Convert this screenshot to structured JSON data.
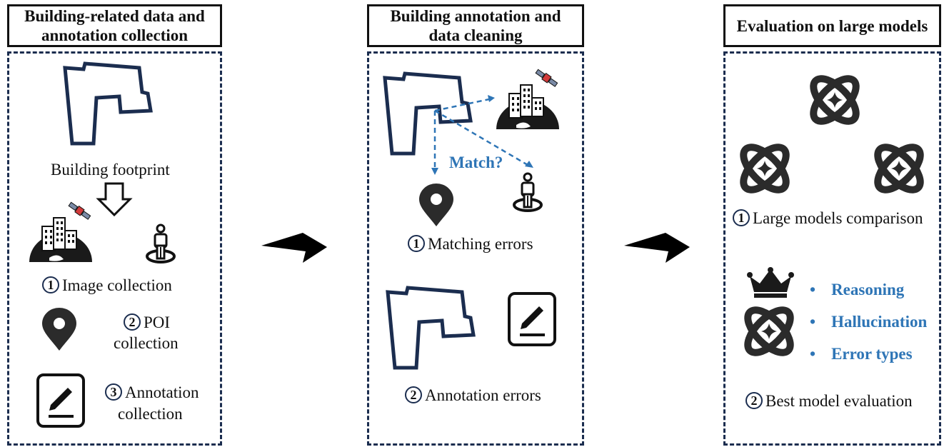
{
  "panels": [
    {
      "title": "Building-related data and annotation collection",
      "items": {
        "footprint_label": "Building footprint",
        "image_num": "1",
        "image_label": "Image collection",
        "poi_num": "2",
        "poi_label_1": "POI",
        "poi_label_2": "collection",
        "annot_num": "3",
        "annot_label_1": "Annotation",
        "annot_label_2": "collection"
      }
    },
    {
      "title": "Building annotation and data cleaning",
      "items": {
        "match_label": "Match?",
        "matching_num": "1",
        "matching_label": "Matching errors",
        "annot_num": "2",
        "annot_label": "Annotation errors"
      }
    },
    {
      "title": "Evaluation on large models",
      "items": {
        "compare_num": "1",
        "compare_label": "Large models comparison",
        "bullets": [
          "Reasoning",
          "Hallucination",
          "Error types"
        ],
        "best_num": "2",
        "best_label": "Best model evaluation"
      }
    }
  ],
  "colors": {
    "dark_navy": "#1b2d4f",
    "accent_blue": "#2e75b6",
    "satellite_red": "#d23a3a"
  },
  "icons": [
    "building-footprint-icon",
    "down-arrow-icon",
    "city-globe-satellite-icon",
    "person-pin-icon",
    "map-pin-icon",
    "edit-note-icon",
    "ai-model-icon",
    "crown-icon",
    "flow-arrow-icon"
  ]
}
